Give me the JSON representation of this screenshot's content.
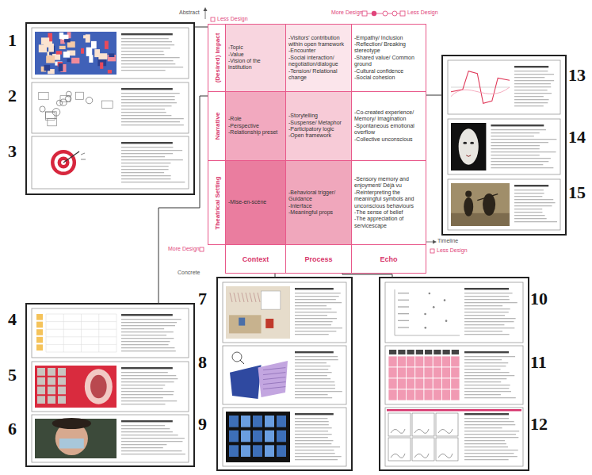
{
  "diagram": {
    "nodes": [
      {
        "text": [
          "(Desired) Impact"
        ]
      },
      {
        "text": [
          "-Topic",
          "-Value",
          "-Vision of the institution"
        ]
      },
      {
        "text": [
          "-Visitors' contribution within open framework",
          "-Encounter",
          "-Social interaction/ negotiation/dialogue",
          "-Tension/ Relational change"
        ]
      },
      {
        "text": [
          "-Empathy/ Inclusion",
          "-Reflection/ Breaking stereotype",
          "-Shared value/ Common ground",
          "-Cultural confidence",
          "-Social cohesion"
        ]
      },
      {
        "text": [
          "Narrative"
        ]
      },
      {
        "text": [
          "-Role",
          "-Perspective",
          "-Relationship preset"
        ]
      },
      {
        "text": [
          "-Storytelling",
          "-Suspense/ Metaphor",
          "-Participatory logic",
          "-Open framework"
        ]
      },
      {
        "text": [
          "-Co-created experience/ Memory/ Imagination",
          "-Spontaneous emotional overflow",
          "-Collective unconscious"
        ]
      },
      {
        "text": [
          "Theatrical Setting"
        ]
      },
      {
        "text": [
          "-Mise-en-scène"
        ]
      },
      {
        "text": [
          "-Behavioral trigger/ Guidance",
          "-Interface",
          "-Meaningful props"
        ]
      },
      {
        "text": [
          "-Sensory memory and enjoyment/ Déjà vu",
          "-Reinterpreting the meaningful symbols and unconscious behaviours",
          "-The sense of belief",
          "-The appreciation of servicescape"
        ]
      },
      {
        "text": [
          "Context"
        ]
      },
      {
        "text": [
          "Process"
        ]
      },
      {
        "text": [
          "Echo"
        ]
      }
    ],
    "labels": [
      "Abstract",
      "Less Design",
      "More Design",
      "Less Design",
      "Timeline",
      "Less Design",
      "More Design",
      "Concrete",
      "1",
      "2",
      "3",
      "4",
      "5",
      "6",
      "7",
      "8",
      "9",
      "10",
      "11",
      "12",
      "13",
      "14",
      "15"
    ]
  }
}
